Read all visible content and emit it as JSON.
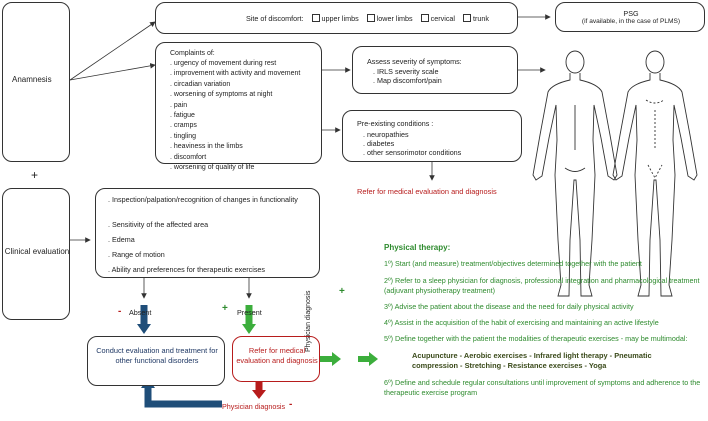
{
  "anamnesis": {
    "label": "Anamnesis",
    "plus": "+",
    "site": {
      "label": "Site of discomfort:",
      "options": [
        "upper limbs",
        "lower limbs",
        "cervical",
        "trunk"
      ]
    },
    "psg": {
      "title": "PSG",
      "note": "(if available,  in the case of PLMS)"
    },
    "complaints": {
      "title": "Complaints of:",
      "items": [
        ". urgency of movement during rest",
        ". improvement with activity and movement",
        ". circadian variation",
        ". worsening of symptoms at night",
        ". pain",
        ". fatigue",
        ". cramps",
        ". tingling",
        ". heaviness in the limbs",
        ". discomfort",
        ". worsening of quality of life"
      ]
    },
    "severity": {
      "title": "Assess severity of symptoms:",
      "items": [
        ". IRLS severity scale",
        ". Map discomfort/pain"
      ]
    },
    "preexisting": {
      "title": "Pre-existing conditions :",
      "items": [
        ". neuropathies",
        ". diabetes",
        ". other sensorimotor conditions"
      ]
    },
    "refer": "Refer for medical evaluation and diagnosis"
  },
  "clinical": {
    "label": "Clinical evaluation",
    "items": [
      ". Inspection/palpation/recognition of changes in functionality",
      ". Sensitivity of the affected area",
      ". Edema",
      ". Range of motion",
      ". Ability and preferences for therapeutic exercises"
    ],
    "absent_sign": "-",
    "absent": "Absent",
    "present_sign": "+",
    "present": "Present",
    "conduct": "Conduct evaluation and treatment for other functional disorders",
    "refer": "Refer for medical evaluation and diagnosis",
    "physician_diagnosis": "Physician diagnosis",
    "minus": "-",
    "physician_diagnosis_vertical": "Physician diagnosis",
    "plus_vertical": "+"
  },
  "physical_therapy": {
    "title": "Physical therapy:",
    "steps": [
      "1º) Start (and measure) treatment/objectives determined together with the patient",
      "2º) Refer to a sleep physician for diagnosis, professional integration and pharmacological treatment (adjuvant physiotherapy treatment)",
      "3º) Advise the patient about the disease and the need for daily physical activity",
      "4º) Assist in the acquisition of the habit of exercising and maintaining an active lifestyle",
      "5º) Define together with the patient the modalities of therapeutic exercises - may be multimodal:",
      "6º) Define and schedule regular consultations until improvement of symptoms and adherence to the therapeutic exercise program"
    ],
    "modalities": "Acupuncture - Aerobic exercises - Infrared light therapy - Pneumatic compression - Stretching - Resistance exercises - Yoga"
  },
  "colors": {
    "green": "#2e8b2e",
    "red": "#b71c1c",
    "navy": "#1f4e79",
    "text": "#222222"
  }
}
